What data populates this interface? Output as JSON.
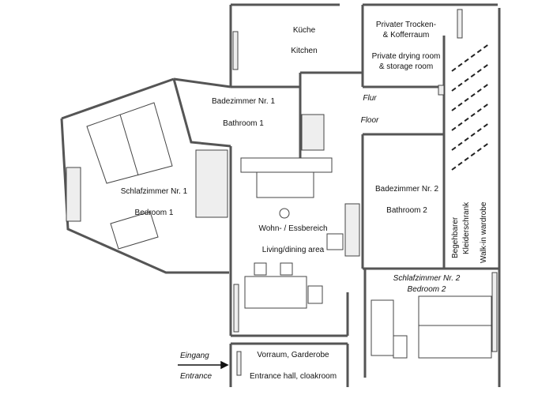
{
  "rooms": {
    "kitchen": {
      "de": "Küche",
      "en": "Kitchen"
    },
    "drying": {
      "de_line1": "Privater Trocken-",
      "de_line2": "& Kofferraum",
      "en_line1": "Private drying room",
      "en_line2": "& storage room"
    },
    "bath1": {
      "de": "Badezimmer Nr. 1",
      "en": "Bathroom 1"
    },
    "floor": {
      "de": "Flur",
      "en": "Floor"
    },
    "bed1": {
      "de": "Schlafzimmer Nr. 1",
      "en": "Bedroom 1"
    },
    "bath2": {
      "de": "Badezimmer Nr. 2",
      "en": "Bathroom 2"
    },
    "living": {
      "de": "Wohn- / Essbereich",
      "en": "Living/dining area"
    },
    "walkin": {
      "de_line1": "Begehbarer",
      "de_line2": "Kleiderschrank",
      "en": "Walk-in wardrobe"
    },
    "bed2": {
      "de": "Schlafzimmer Nr. 2",
      "en": "Bedroom 2"
    },
    "hall": {
      "de": "Vorraum, Garderobe",
      "en": "Entrance hall, cloakroom"
    }
  },
  "entrance": {
    "de": "Eingang",
    "en": "Entrance"
  },
  "colors": {
    "wall": "#555555",
    "line": "#444444",
    "background": "#ffffff"
  }
}
